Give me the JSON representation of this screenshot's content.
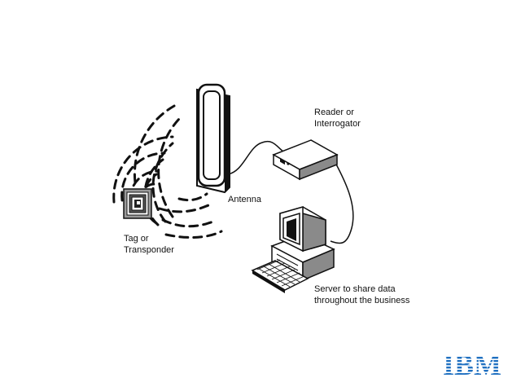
{
  "labels": {
    "reader_line1": "Reader or",
    "reader_line2": "Interrogator",
    "antenna": "Antenna",
    "tag_line1": "Tag or",
    "tag_line2": "Transponder",
    "server_line1": "Server to share data",
    "server_line2": "throughout the business"
  },
  "logo": {
    "text": "IBM",
    "color": "#1f70c1"
  },
  "colors": {
    "ink": "#111111",
    "outline": "#222222",
    "fill_light": "#ffffff",
    "fill_gray": "#d9d9d9",
    "fill_dark": "#8a8a8a"
  },
  "icons": [
    "tag-icon",
    "antenna-icon",
    "reader-icon",
    "computer-icon",
    "keyboard-icon",
    "radio-wave-icon",
    "ibm-logo"
  ]
}
